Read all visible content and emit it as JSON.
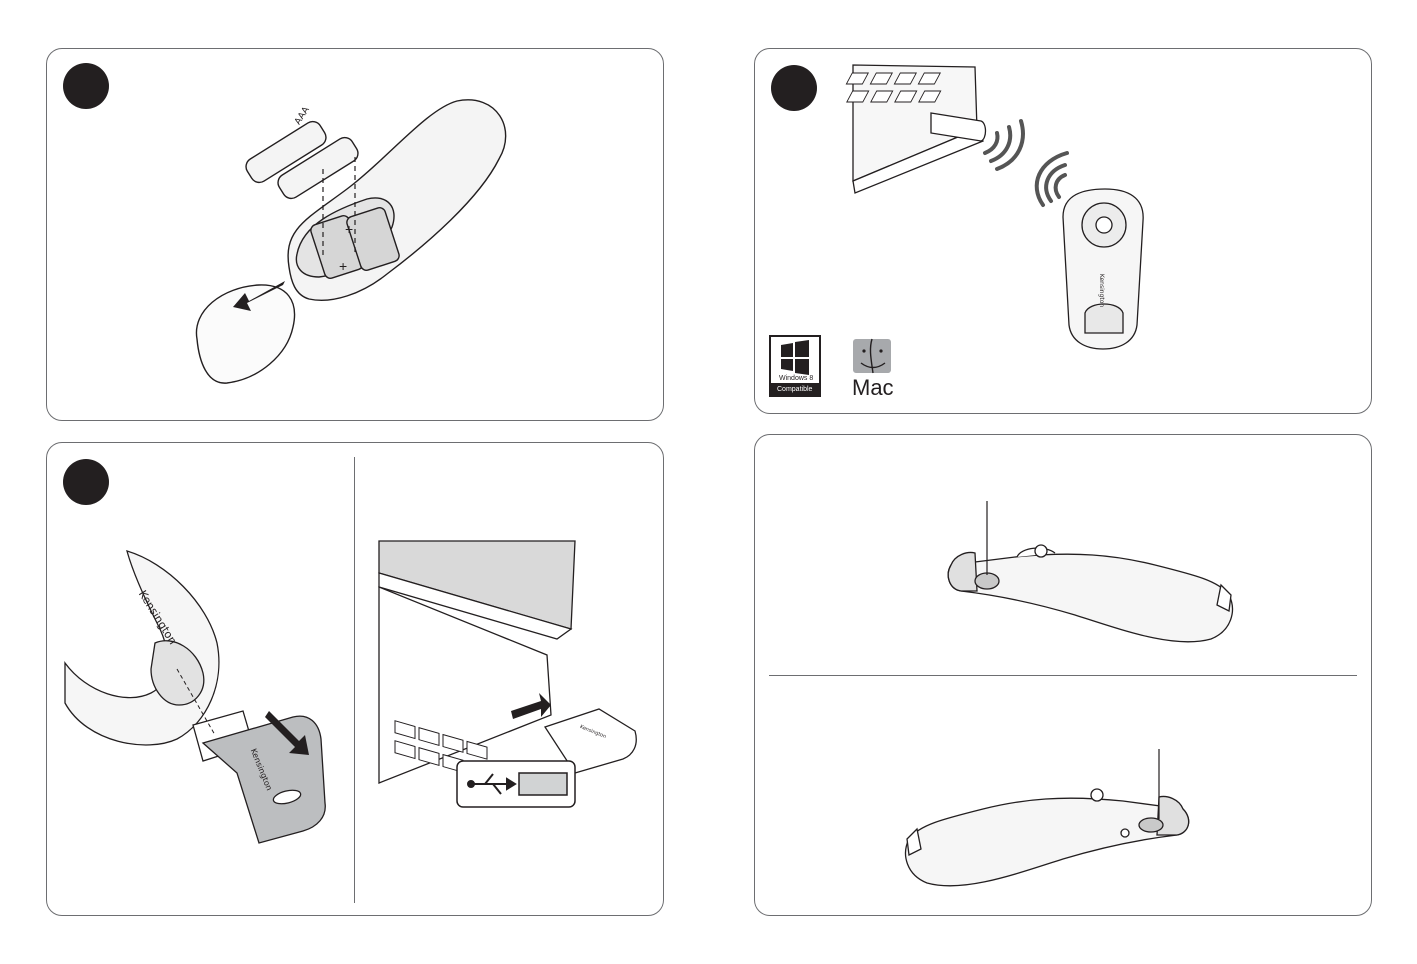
{
  "battery": {
    "type_label": "AAA"
  },
  "compat": {
    "windows_line1": "Windows 8",
    "windows_line2": "Compatible",
    "mac_label": "Mac"
  },
  "brand": {
    "name": "Kensington"
  }
}
